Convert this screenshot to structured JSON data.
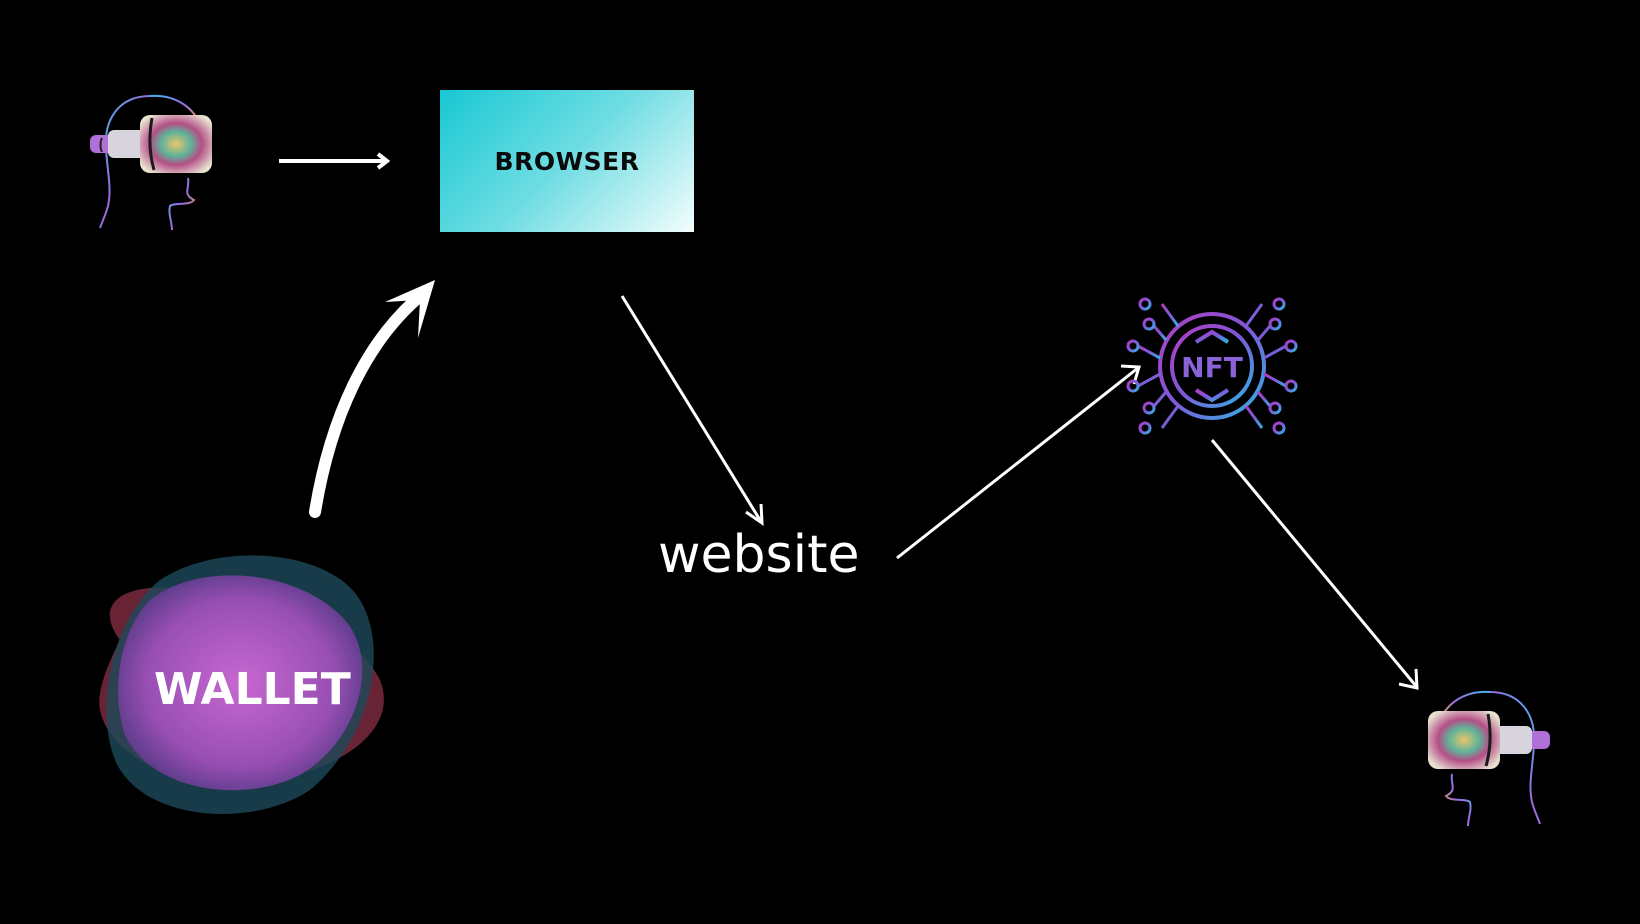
{
  "browser": {
    "label": "BROWSER"
  },
  "website": {
    "label": "website"
  },
  "wallet": {
    "label": "WALLET"
  },
  "nft": {
    "label": "NFT"
  },
  "colors": {
    "background": "#000000",
    "browser_gradient_start": "#18c8d3",
    "browser_gradient_end": "#f4fdfd",
    "arrow": "#ffffff",
    "wallet_pink": "#c45ad2",
    "wallet_red": "#b03048",
    "nft_purple": "#a543c8",
    "nft_blue": "#3aa5e0"
  },
  "icons": [
    "vr-headset-user-icon",
    "nft-chip-icon",
    "vr-headset-user-icon"
  ]
}
